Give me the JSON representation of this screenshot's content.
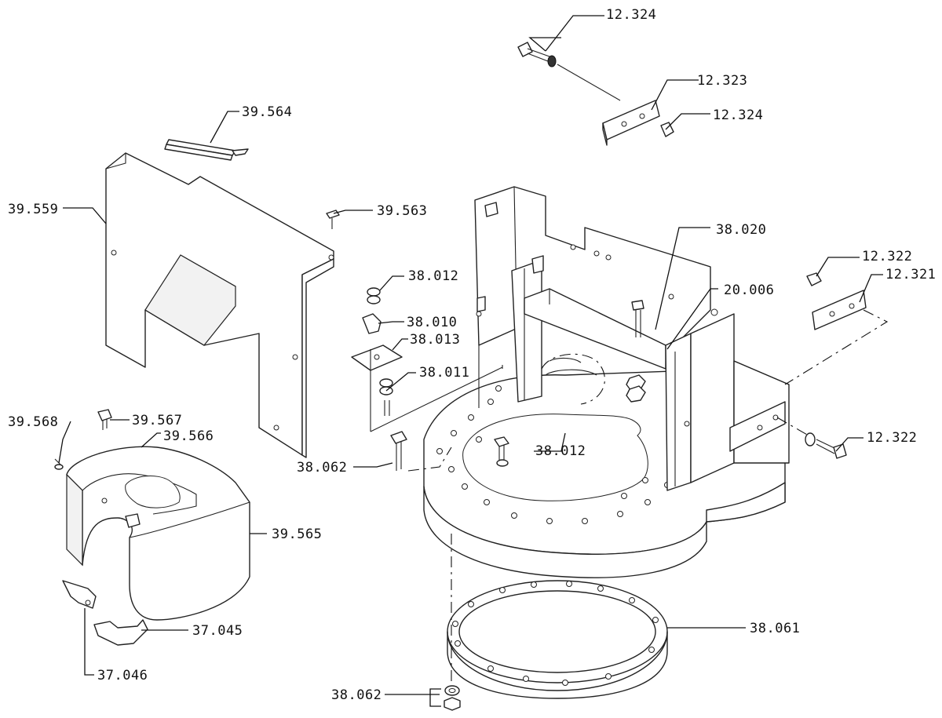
{
  "labels": {
    "l_12324_top": "12.324",
    "l_12323": "12.323",
    "l_12324_mid": "12.324",
    "l_39564": "39.564",
    "l_39559": "39.559",
    "l_39563": "39.563",
    "l_38020": "38.020",
    "l_12322_top": "12.322",
    "l_12321": "12.321",
    "l_38012_a": "38.012",
    "l_20006": "20.006",
    "l_38010": "38.010",
    "l_38013": "38.013",
    "l_38011": "38.011",
    "l_39568": "39.568",
    "l_39567": "39.567",
    "l_39566": "39.566",
    "l_38012_b": "38.012",
    "l_12322_bot": "12.322",
    "l_38062_a": "38.062",
    "l_39565": "39.565",
    "l_37045": "37.045",
    "l_38061": "38.061",
    "l_37046": "37.046",
    "l_38062_b": "38.062"
  }
}
